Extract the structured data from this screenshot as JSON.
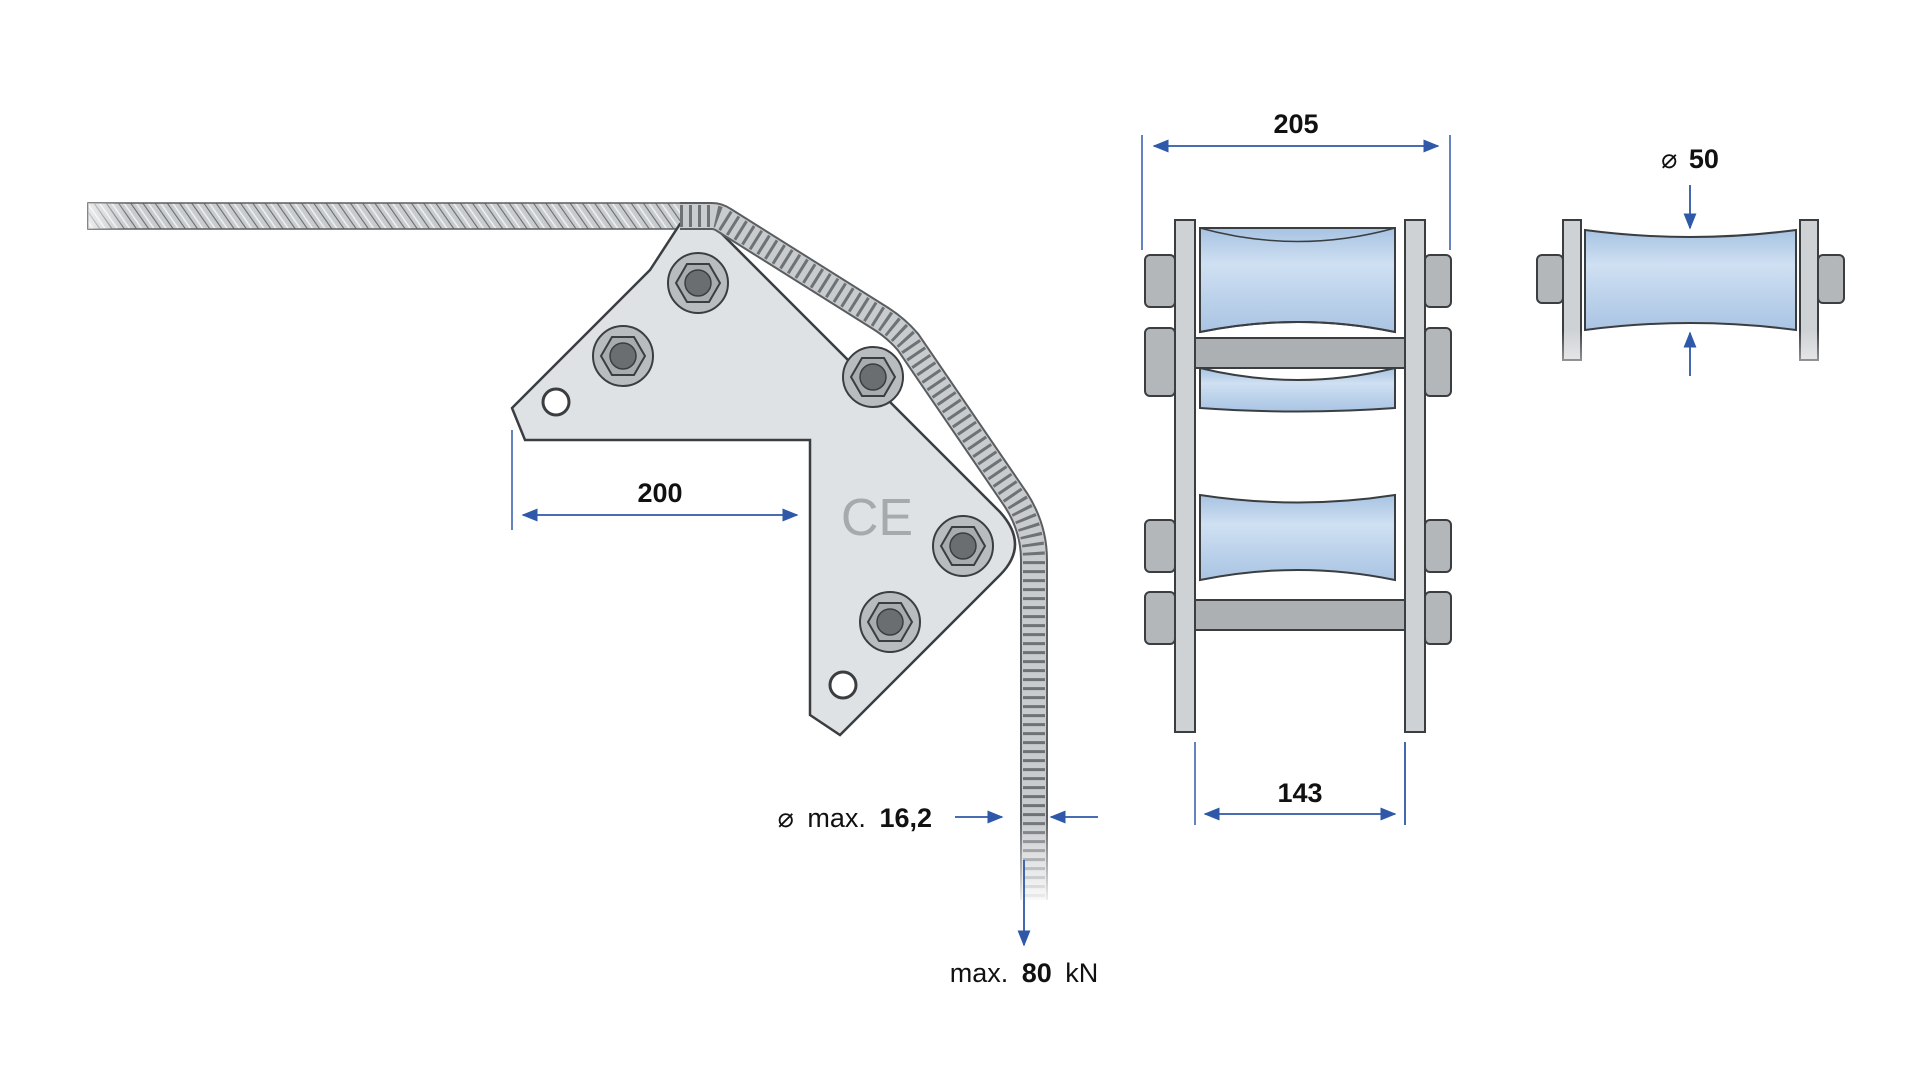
{
  "dimensions": {
    "plate_width": "200",
    "roller_outer_width": "205",
    "roller_inner_width": "143",
    "roller_diameter_symbol": "⌀",
    "roller_diameter": "50",
    "rope_diameter_symbol": "⌀",
    "rope_diameter_prefix": "max.",
    "rope_diameter": "16,2",
    "load_prefix": "max.",
    "load_value": "80",
    "load_unit": "kN"
  },
  "marks": {
    "ce_mark": "CE"
  },
  "colors": {
    "dimension_line": "#2f58a8",
    "plate": "#dfe2e5",
    "roller": "#b9d1ea",
    "frame": "#cfd2d5",
    "bolt": "#a9acaf"
  }
}
